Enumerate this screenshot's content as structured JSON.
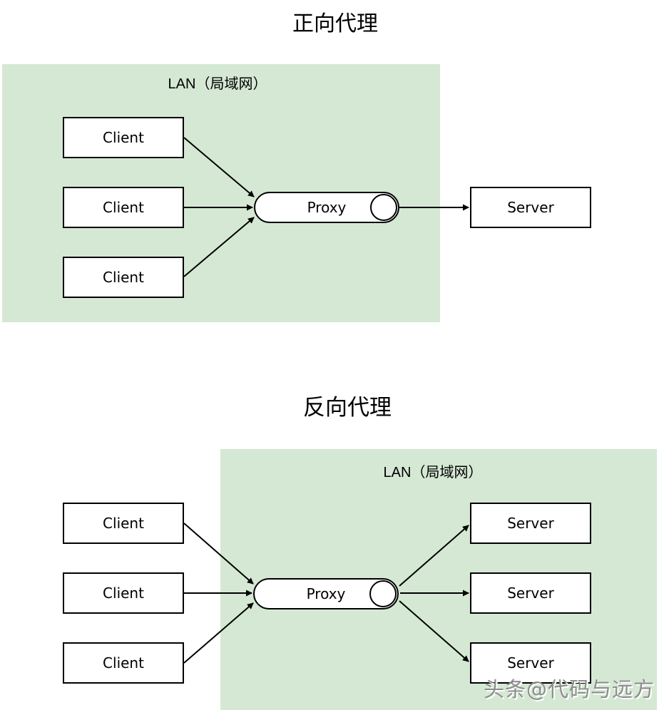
{
  "forward": {
    "title": "正向代理",
    "lan_label": "LAN（局域网）",
    "clients": [
      "Client",
      "Client",
      "Client"
    ],
    "proxy_label": "Proxy",
    "servers": [
      "Server"
    ]
  },
  "reverse": {
    "title": "反向代理",
    "lan_label": "LAN（局域网）",
    "clients": [
      "Client",
      "Client",
      "Client"
    ],
    "proxy_label": "Proxy",
    "servers": [
      "Server",
      "Server",
      "Server"
    ]
  },
  "watermark": {
    "text": "头条@代码与远方"
  },
  "colors": {
    "lan_fill": "#d5e8d4",
    "node_fill": "#ffffff",
    "node_border": "#000000",
    "arrow": "#000000",
    "watermark_text": "#8e8e8e"
  }
}
